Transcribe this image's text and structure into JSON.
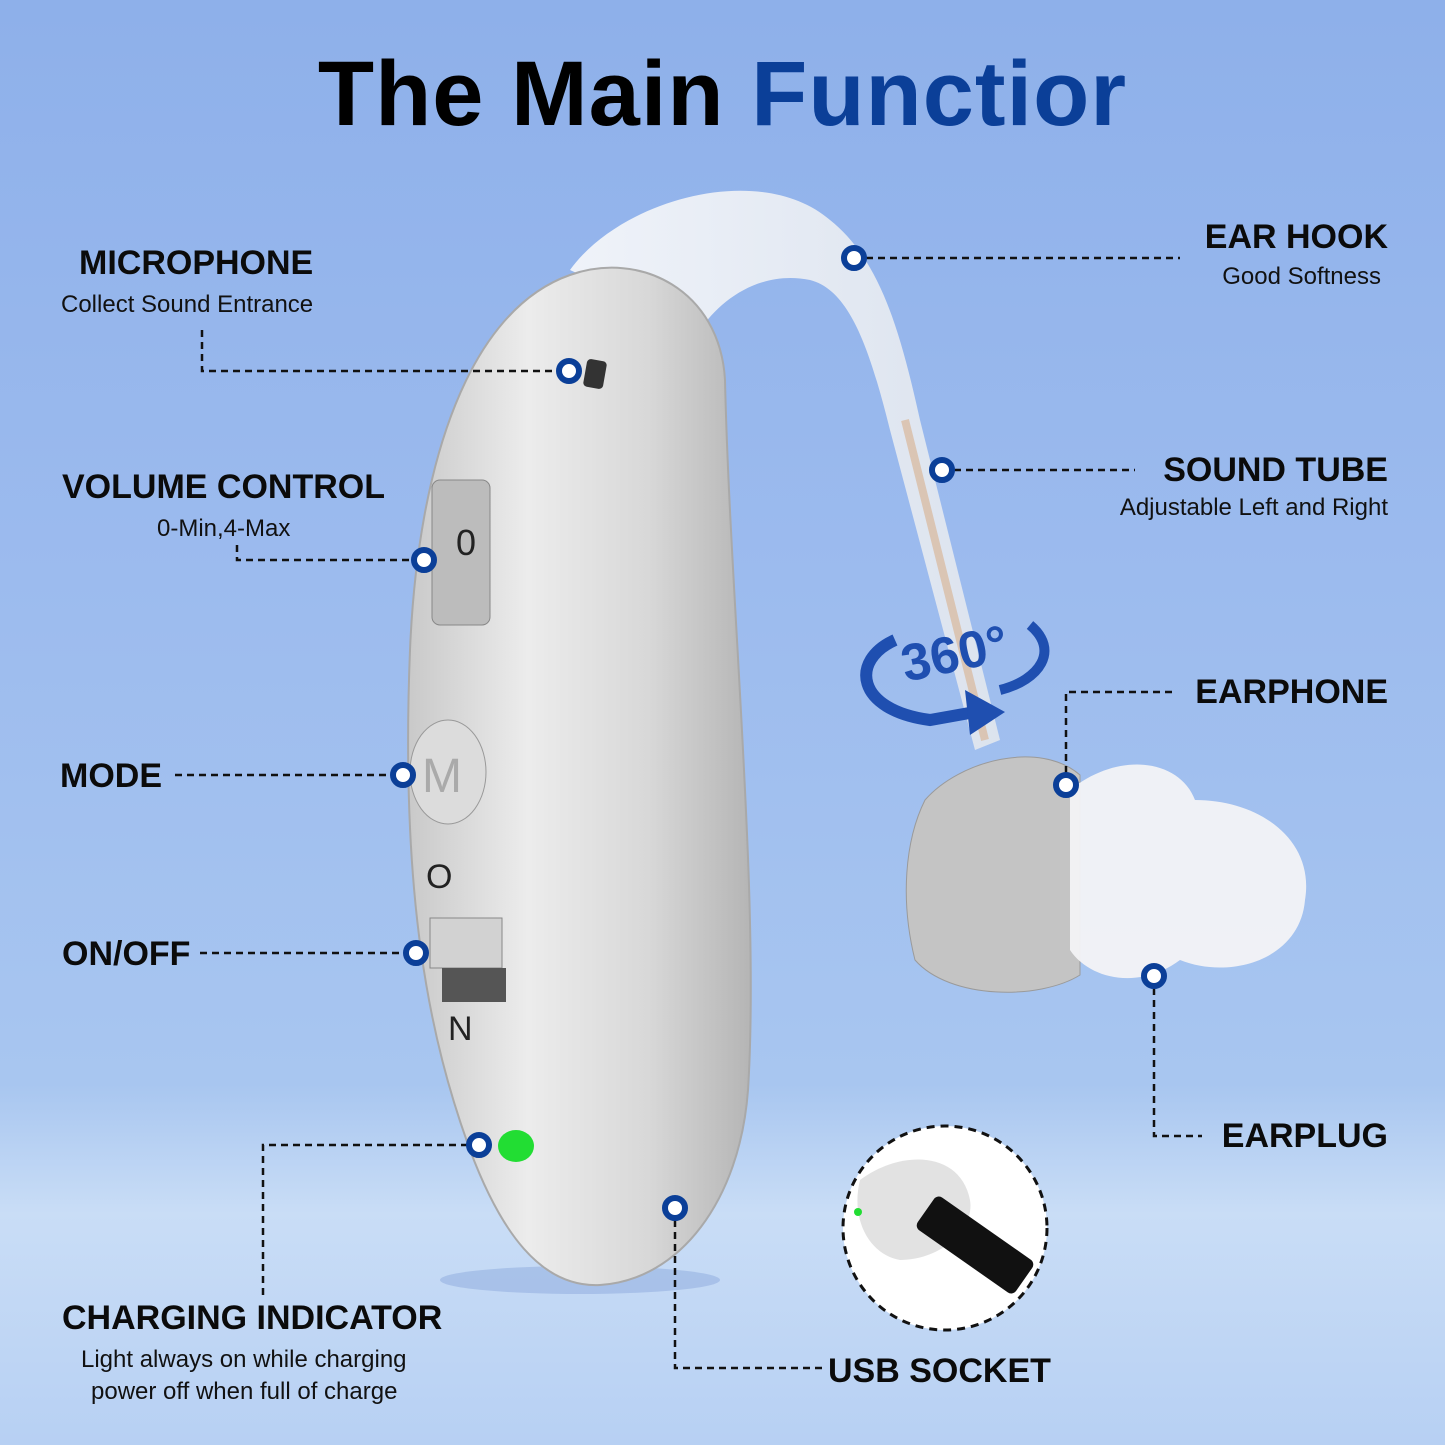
{
  "title": {
    "part1": "The Main",
    "part2": "Functior"
  },
  "colors": {
    "accent": "#0b3f98",
    "background": "#9cbbee",
    "indicator": "#22dd33"
  },
  "badge": {
    "rotation": "360°"
  },
  "device_marks": {
    "m_button": "M",
    "on_letter_o": "O",
    "on_letter_n": "N",
    "volume_digit": "0"
  },
  "labels": {
    "microphone": {
      "title": "MICROPHONE",
      "desc": "Collect Sound Entrance"
    },
    "volume": {
      "title": "VOLUME CONTROL",
      "desc": "0-Min,4-Max"
    },
    "mode": {
      "title": "MODE"
    },
    "onoff": {
      "title": "ON/OFF"
    },
    "charging": {
      "title": "CHARGING INDICATOR",
      "desc1": "Light always on while charging",
      "desc2": "power off when full of charge"
    },
    "usb": {
      "title": "USB SOCKET"
    },
    "earhook": {
      "title": "EAR HOOK",
      "desc": "Good Softness"
    },
    "soundtube": {
      "title": "SOUND TUBE",
      "desc": "Adjustable Left and Right"
    },
    "earphone": {
      "title": "EARPHONE"
    },
    "earplug": {
      "title": "EARPLUG"
    }
  }
}
